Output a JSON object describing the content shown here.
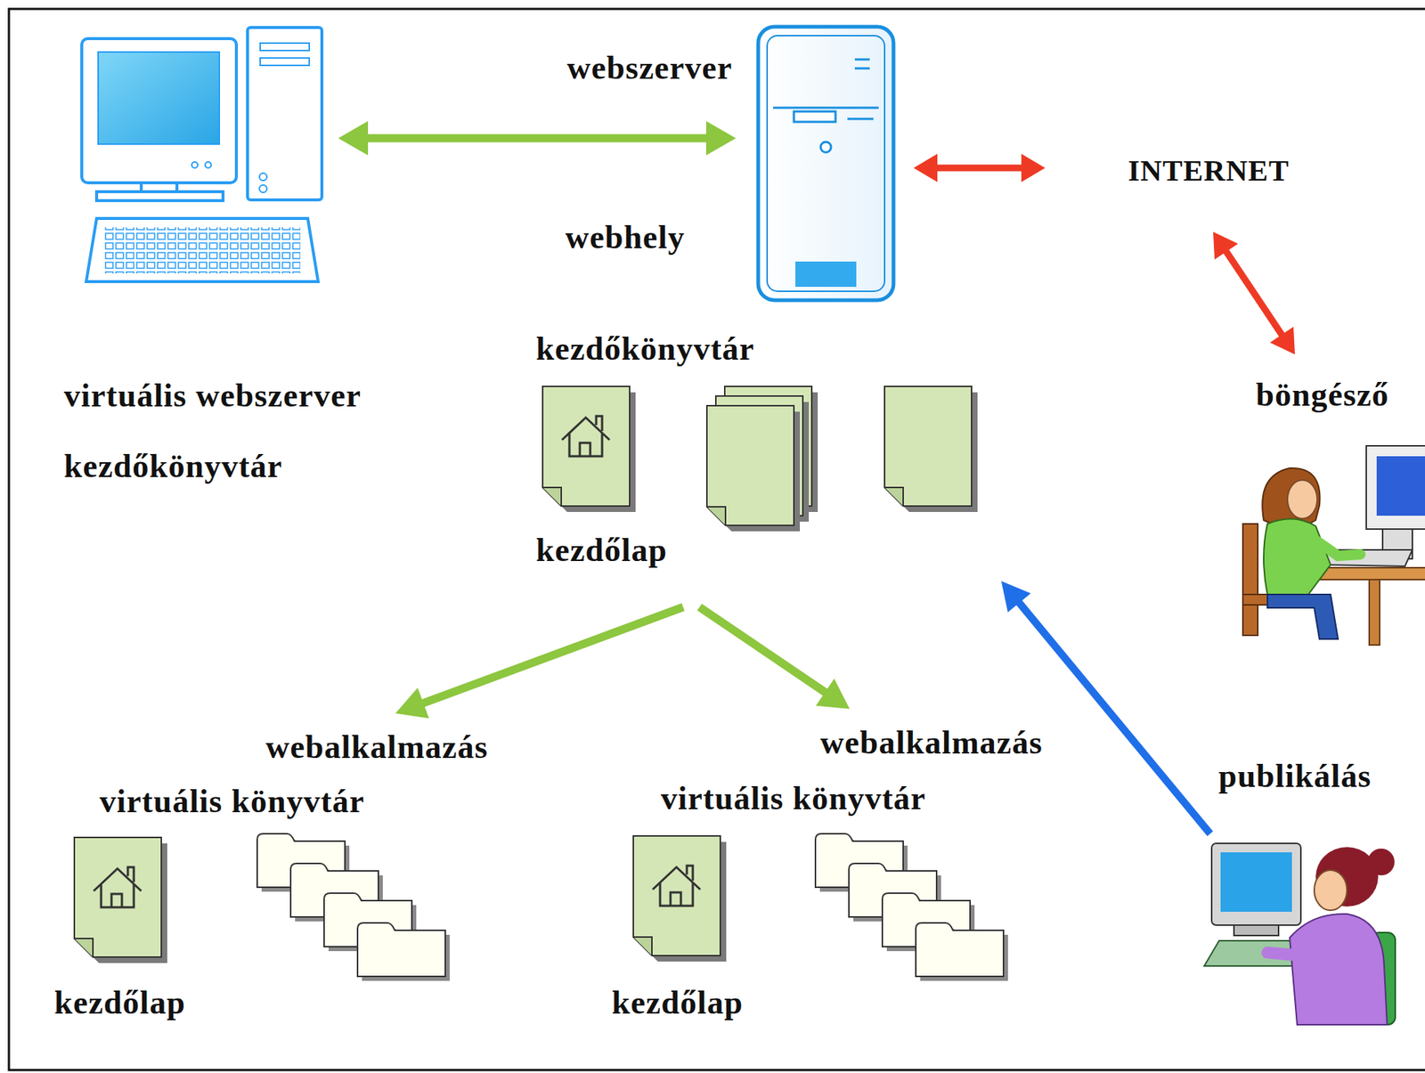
{
  "diagram": {
    "nodes": [
      {
        "text": [
          "virtuális webszerver kezdőkönyvtár"
        ]
      },
      {
        "text": [
          "webszerver"
        ]
      },
      {
        "text": [
          "INTERNET"
        ]
      },
      {
        "text": [
          "webhely",
          "kezdőkönyvtár",
          "kezdőlap"
        ]
      },
      {
        "text": [
          "böngésző"
        ]
      },
      {
        "text": [
          "webalkalmazás",
          "virtuális könyvtár",
          "kezdőlap"
        ]
      },
      {
        "text": [
          "webalkalmazás",
          "virtuális könyvtár",
          "kezdőlap"
        ]
      },
      {
        "text": [
          "publikálás"
        ]
      }
    ],
    "edges": [
      {
        "from": 0,
        "to": 1,
        "arrow": "both"
      },
      {
        "from": 1,
        "to": 2,
        "arrow": "both"
      },
      {
        "from": 2,
        "to": 4,
        "arrow": "both"
      },
      {
        "from": 3,
        "to": 5,
        "arrow": "to"
      },
      {
        "from": 3,
        "to": 6,
        "arrow": "to"
      },
      {
        "from": 7,
        "to": 3,
        "arrow": "to"
      }
    ]
  }
}
